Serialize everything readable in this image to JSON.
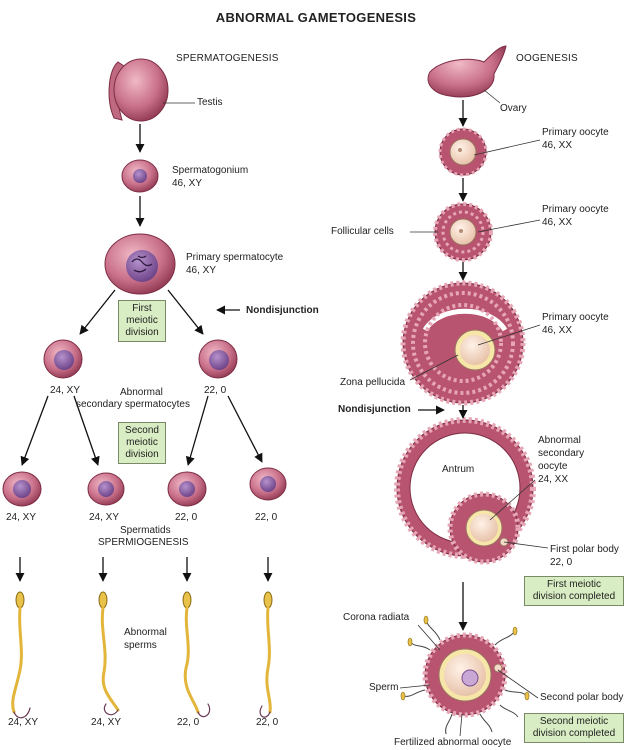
{
  "title": "ABNORMAL GAMETOGENESIS",
  "colors": {
    "cell": "#c9708a",
    "cell_dark": "#9c3f5c",
    "nucleus": "#7a4f94",
    "oocyte": "#f3d9c7",
    "follicle": "#b8546f",
    "box": "#d8edc3",
    "sperm": "#e8c24a"
  },
  "spermatogenesis": {
    "heading": "SPERMATOGENESIS",
    "testis": "Testis",
    "spermatogonium": "Spermatogonium",
    "spermatogonium_karyotype": "46, XY",
    "primary_spermatocyte": "Primary spermatocyte",
    "primary_spermatocyte_karyotype": "46, XY",
    "first_division": [
      "First",
      "meiotic",
      "division"
    ],
    "nondisjunction": "Nondisjunction",
    "secondary_left_karyotype": "24, XY",
    "secondary_right_karyotype": "22, 0",
    "secondary_label": [
      "Abnormal",
      "secondary spermatocytes"
    ],
    "second_division": [
      "Second",
      "meiotic",
      "division"
    ],
    "spermatids_karyotypes": [
      "24, XY",
      "24, XY",
      "22, 0",
      "22, 0"
    ],
    "spermatids": "Spermatids",
    "spermiogenesis": "SPERMIOGENESIS",
    "abnormal_sperms": [
      "Abnormal",
      "sperms"
    ],
    "sperm_karyotypes": [
      "24, XY",
      "24, XY",
      "22, 0",
      "22, 0"
    ]
  },
  "oogenesis": {
    "heading": "OOGENESIS",
    "ovary": "Ovary",
    "primary_oocyte": "Primary oocyte",
    "primary_oocyte_karyotype": "46, XX",
    "follicular_cells": "Follicular cells",
    "zona_pellucida": "Zona pellucida",
    "nondisjunction": "Nondisjunction",
    "antrum": "Antrum",
    "abnormal_secondary_oocyte": [
      "Abnormal",
      "secondary",
      "oocyte"
    ],
    "secondary_karyotype": "24, XX",
    "first_polar_body": "First polar body",
    "first_polar_karyotype": "22, 0",
    "first_completed": [
      "First meiotic",
      "division completed"
    ],
    "corona_radiata": "Corona radiata",
    "sperm": "Sperm",
    "second_polar_body": "Second polar body",
    "second_completed": [
      "Second meiotic",
      "division completed"
    ],
    "fertilized": "Fertilized abnormal oocyte"
  }
}
